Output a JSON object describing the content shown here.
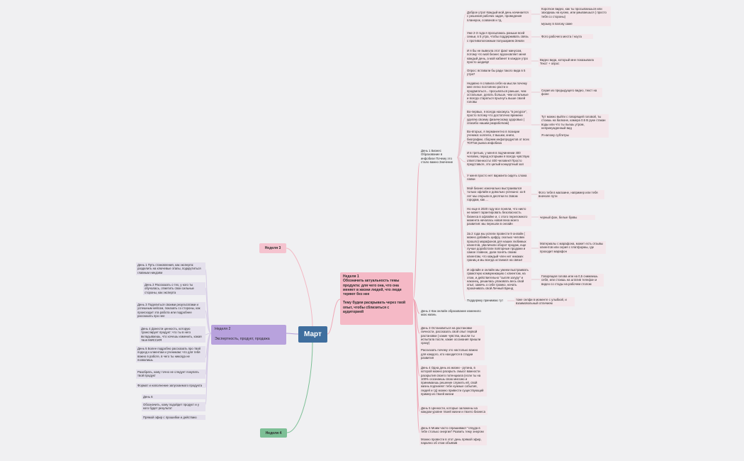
{
  "root": {
    "label": "Март"
  },
  "week1": {
    "title": "Неделя 1",
    "goal": "Обозначить актуальность темы продукта: для чего она, что она меняет в жизни людей, что люди теряют без нее",
    "plan": "Тему будем раскрывать через твой опыт, чтобы сблизиться с аудиторией",
    "day1": {
      "label": "День 1 Бизнес Образование в инфобизе Почему это стало важно Значение",
      "items": [
        {
          "text": "Доброе утро! Каждый мой день начинается с решения рабочих задач, проведения планерок, созвонов и тд.",
          "note": "Короткое видео, как ты просыпаешься или заходишь на кухню, или умываешься ( просто тебя со стороны)",
          "note2": "музыку в палоку саме"
        },
        {
          "text": "Уже 2-3 года я просыпаюсь раньше всей семьи, в 5 утра, чтобы поддерживать связь с противоположным полушарием Земли",
          "note": "Фото рабочего места / ноута"
        },
        {
          "text": "И я бы не вывезла этот факт минусом, потому что мой бизнес вдохновляет меня каждый день, а мой кабинет в каждое утро просто шедевр!",
          "note": "Видео вида, который мне показывала Текст + опрос"
        },
        {
          "text": "Опрос: вставали бы ради такого вида в 5 утра?"
        },
        {
          "text": "Недавно я словила себя на мысли почему мне легко постоянно расти и продвигаться... просыпаться раньше, чем остальные, делать больше, чем остальные и всегда стараться прыгнуть выше своей головы",
          "note": "Серия из предыдущего видео, текст на фоне"
        },
        {
          "text": "Во-первых, я всегда нахожусь \"в ресурсе\", просто потому что достаточно времени уделяю своему физическому здоровью ( спасибо нашим разработкам)",
          "note": "Тут можно выйти с говорящей головой, ты стоишь на балконе, камера 0.5 В руке стакан воды или что ты пьешь утром, непринужденный вид",
          "note2": "Я наложу субтитры"
        },
        {
          "text": "Во-вторых, я перманентно в позиции ученика: коллеги, 2 вышки, книги, биографии, сборник инфопродуктов от всех ТОП'ов рынка инфобиза"
        },
        {
          "text": "И в третьих, у меня в подчинении 400 человек, перед которыми я всегда чувствую ответственность! 400 человек!! Просто представьте, это целый концертный зал"
        },
        {
          "text": "У меня просто нет варианта сидеть сложа лапки"
        },
        {
          "text": "Мой бизнес изначально выстраивался только офлайн и довольно успешно: за 8 лет мы открыли в десятки по Зовом городам, как ...",
          "note": "Фото тебя в магазине, например или тебя вначале пути"
        },
        {
          "text": "Но еще в 2020 году все поняли, что никто не может гарантировать безопасность бизнеса в офлайне и, с этого переломного момента началась новая веха моего развития: мы перешли в онлайн",
          "note": "черный фон, белые буквы"
        },
        {
          "text": "За 2 года мы успели провести 9 онлайн ( можно добавить цифру, сколько человек прошло) марафонов для наших любимых клиентов, увеличили оборот продаж, еще лучше доработали повторные продажи и самое главное, дали понять своим клиентам, что каждый член нет никаких границ и мы всегда остаемся на связи!",
          "note": "Материалы с марафона, может есть отзывы клиентов или серия с платформы, где проходит марафон"
        },
        {
          "text": "И офлайн и онлайн мы умеем выстраивать грамотную коммуникацию с клиентом, на этом, и действительно \"сыпля загуру\" и наконец, решилась упаковать весь свой опыт, зажечь о себе громко, начать прокачивать свой Личный Бренд",
          "note": "Говорящая голова или на 0,5 снимаешь себя, или стоишь на штатив телефон и видео со стоды на рабочем столом"
        },
        {
          "text": "Поддержку принимаю тут",
          "note": "тоже селфи в моменте с улыбкой, и взаимовольный отличием"
        }
      ]
    },
    "day2": {
      "label": "День 2 Как онлайн образование изменило мою жизнь"
    },
    "day3": {
      "label": "День 3 Остановиться на растановке личности, рассказать свой опыт первой растановки ( какие чувства, мысли ты испытала после, какие осознания пришли сразу)",
      "extra": "Рассказать почему это настолько важно для каждого, кто находится в стадии развития"
    },
    "day4": {
      "label": "День 4 Одна день из жизни - рутина, в которой можно раскрыть смысл важности раскрытия своего потенциала (если ты на 100% осознаешь свою миссию и принимаешь решение служить ей, свой жизнь подчиняет тебе нужные события, людей и тд) можно привести существующий пример из твоей жизни"
    },
    "day5": {
      "label": "День 5 Ценности, которые заложены на каждом уровне твоей жизни и твоего бизнеса"
    },
    "day6": {
      "label": "День 6 Моим часто спрашивают \"откуда в тебе столько энергии\" Развить тему энергии",
      "extra": "Можно провести в этот день прямой эфир, парално об этом объявив"
    }
  },
  "week2": {
    "title": "Неделя 2",
    "subtitle": "Экспертность, продукт, продажа",
    "days": [
      {
        "text": "День 1 Путь становления, как эксперта: разделить на ключевые этапы, подкрутиться главным ниндзям"
      },
      {
        "text": "День 2 Рассказать о тех, у кого ты обучалась, отметить свои сильные стороны, как эксперта"
      },
      {
        "text": "День 3 Поделиться своими результатами и успешным кейсом, показать со стороны, как происходит эта работа или подробнее рассказать про нее"
      },
      {
        "text": "День 4 Донести ценность, которую транслирует продукт: что ты в него вкладываешь, что хочешь изменить, какая твоя МИССИЯ"
      },
      {
        "text": "День 5 Более подробно рассказать про твой подход к клиентам и ученикам: что для тебя важно в работе, в чего ты никогда не позволишь"
      },
      {
        "text": "Разобрать, кому точно не следует покупать твой продукт"
      },
      {
        "text": "Формат и наполнение запускаемого продукта"
      },
      {
        "text": "День 6"
      },
      {
        "text": "Обозначить, кому подойдет продукт и у кого будет результат"
      },
      {
        "text": "Прямой эфир с прошибки и действию"
      }
    ]
  },
  "week3": {
    "title": "Неделя 3"
  },
  "week4": {
    "title": "Неделя 4"
  },
  "colors": {
    "root": "#3f6e9e",
    "week1": "#f5b9c6",
    "week2": "#b8a2dd",
    "week3": "#f5c3cf",
    "week4": "#7dbf96",
    "background": "#f0f0f2"
  }
}
